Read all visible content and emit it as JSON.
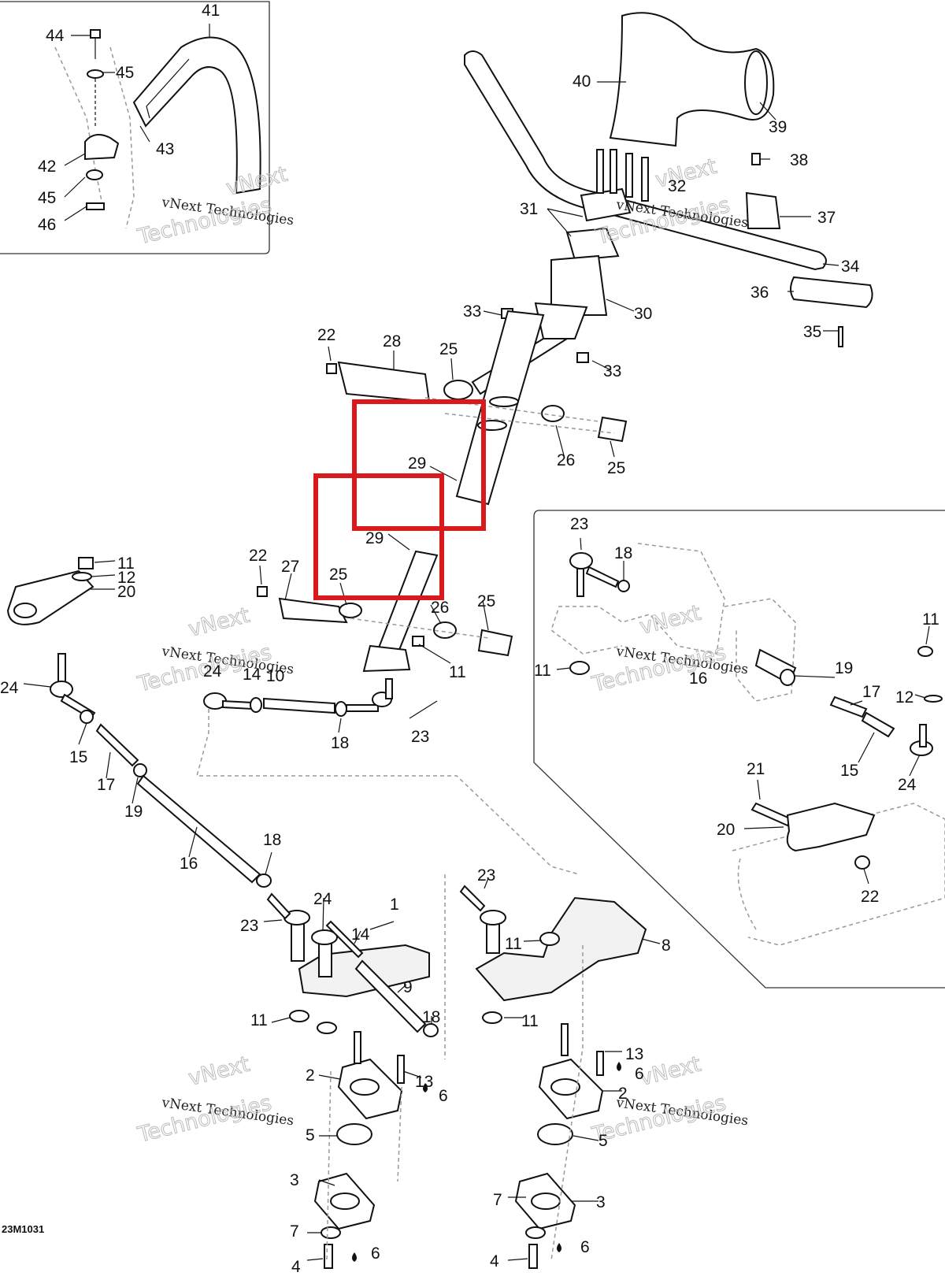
{
  "figure_code": "23M1031",
  "watermark": {
    "line1": "vNext Technologies",
    "line2": "Technologies",
    "mark": "vNext"
  },
  "colors": {
    "highlight": "#d9191c",
    "line": "#111111",
    "hidden_line": "#999999"
  },
  "callouts": [
    {
      "id": "c41",
      "text": "41"
    },
    {
      "id": "c44",
      "text": "44"
    },
    {
      "id": "c45a",
      "text": "45"
    },
    {
      "id": "c42",
      "text": "42"
    },
    {
      "id": "c43",
      "text": "43"
    },
    {
      "id": "c45b",
      "text": "45"
    },
    {
      "id": "c46",
      "text": "46"
    },
    {
      "id": "c40",
      "text": "40"
    },
    {
      "id": "c39",
      "text": "39"
    },
    {
      "id": "c38",
      "text": "38"
    },
    {
      "id": "c32",
      "text": "32"
    },
    {
      "id": "c31",
      "text": "31"
    },
    {
      "id": "c37",
      "text": "37"
    },
    {
      "id": "c34",
      "text": "34"
    },
    {
      "id": "c36",
      "text": "36"
    },
    {
      "id": "c30",
      "text": "30"
    },
    {
      "id": "c33a",
      "text": "33"
    },
    {
      "id": "c35",
      "text": "35"
    },
    {
      "id": "c22a",
      "text": "22"
    },
    {
      "id": "c28",
      "text": "28"
    },
    {
      "id": "c25a",
      "text": "25"
    },
    {
      "id": "c33b",
      "text": "33"
    },
    {
      "id": "c29a",
      "text": "29"
    },
    {
      "id": "c26a",
      "text": "26"
    },
    {
      "id": "c25b",
      "text": "25"
    },
    {
      "id": "c29b",
      "text": "29"
    },
    {
      "id": "c22b",
      "text": "22"
    },
    {
      "id": "c27",
      "text": "27"
    },
    {
      "id": "c25c",
      "text": "25"
    },
    {
      "id": "c26b",
      "text": "26"
    },
    {
      "id": "c25d",
      "text": "25"
    },
    {
      "id": "c11a",
      "text": "11"
    },
    {
      "id": "c12a",
      "text": "12"
    },
    {
      "id": "c20a",
      "text": "20"
    },
    {
      "id": "c24a",
      "text": "24"
    },
    {
      "id": "c24b",
      "text": "24"
    },
    {
      "id": "c14a",
      "text": "14"
    },
    {
      "id": "c10",
      "text": "10"
    },
    {
      "id": "c11b",
      "text": "11"
    },
    {
      "id": "c15a",
      "text": "15"
    },
    {
      "id": "c17a",
      "text": "17"
    },
    {
      "id": "c19a",
      "text": "19"
    },
    {
      "id": "c18a",
      "text": "18"
    },
    {
      "id": "c23a",
      "text": "23"
    },
    {
      "id": "c16",
      "text": "16"
    },
    {
      "id": "c18b",
      "text": "18"
    },
    {
      "id": "c23b",
      "text": "23"
    },
    {
      "id": "c24c",
      "text": "24"
    },
    {
      "id": "c1",
      "text": "1"
    },
    {
      "id": "c14b",
      "text": "14"
    },
    {
      "id": "c9",
      "text": "9"
    },
    {
      "id": "c11c",
      "text": "11"
    },
    {
      "id": "c18c",
      "text": "18"
    },
    {
      "id": "c23c",
      "text": "23"
    },
    {
      "id": "c11d",
      "text": "11"
    },
    {
      "id": "c8",
      "text": "8"
    },
    {
      "id": "c11e",
      "text": "11"
    },
    {
      "id": "c13a",
      "text": "13"
    },
    {
      "id": "c6a",
      "text": "6"
    },
    {
      "id": "c2a",
      "text": "2"
    },
    {
      "id": "c13b",
      "text": "13"
    },
    {
      "id": "c6b",
      "text": "6"
    },
    {
      "id": "c2b",
      "text": "2"
    },
    {
      "id": "c5a",
      "text": "5"
    },
    {
      "id": "c5b",
      "text": "5"
    },
    {
      "id": "c3a",
      "text": "3"
    },
    {
      "id": "c3b",
      "text": "3"
    },
    {
      "id": "c7a",
      "text": "7"
    },
    {
      "id": "c7b",
      "text": "7"
    },
    {
      "id": "c6c",
      "text": "6"
    },
    {
      "id": "c6d",
      "text": "6"
    },
    {
      "id": "c4a",
      "text": "4"
    },
    {
      "id": "c4b",
      "text": "4"
    },
    {
      "id": "c23d",
      "text": "23"
    },
    {
      "id": "c18d",
      "text": "18"
    },
    {
      "id": "c11f",
      "text": "11"
    },
    {
      "id": "c11g",
      "text": "11"
    },
    {
      "id": "c16b",
      "text": "16"
    },
    {
      "id": "c19b",
      "text": "19"
    },
    {
      "id": "c17b",
      "text": "17"
    },
    {
      "id": "c12b",
      "text": "12"
    },
    {
      "id": "c15b",
      "text": "15"
    },
    {
      "id": "c24d",
      "text": "24"
    },
    {
      "id": "c21",
      "text": "21"
    },
    {
      "id": "c20b",
      "text": "20"
    },
    {
      "id": "c22c",
      "text": "22"
    }
  ]
}
